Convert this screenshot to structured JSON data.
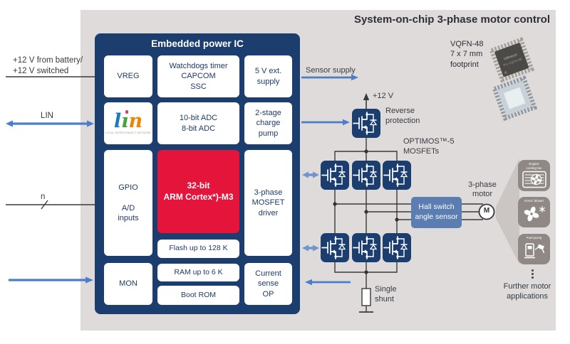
{
  "colors": {
    "navy": "#1b3e6f",
    "red": "#e4143b",
    "panel_grey": "#dedbda",
    "arrow_blue": "#4c7dc8",
    "arrow_light_blue": "#6f94ce",
    "hall_blue": "#5b7db1",
    "icon_grey": "#8f8885",
    "funnel_grey": "#cbc6c4",
    "wire_dark": "#3a3a3a"
  },
  "header": {
    "title": "System-on-chip 3-phase motor control"
  },
  "package": {
    "name": "VQFN-48",
    "size": "7 x 7 mm",
    "note": "footprint",
    "chip_brand": "Infineon",
    "chip_marking": "PG-VQFN-48"
  },
  "left": {
    "supply": "+12 V from battery/\n+12 V switched",
    "lin": "LIN",
    "n": "n"
  },
  "ic": {
    "title": "Embedded power IC",
    "blocks": {
      "vreg": "VREG",
      "watchdog": "Watchdogs timer\nCAPCOM\nSSC",
      "ext_supply": "5 V ext.\nsupply",
      "adc": "10-bit ADC\n8-bit ADC",
      "charge_pump": "2-stage\ncharge\npump",
      "gpio": "GPIO\n\nA/D\ninputs",
      "cpu": "32-bit\nARM Cortex*)-M3",
      "driver": "3-phase\nMOSFET\ndriver",
      "flash": "Flash up to 128 K",
      "mon": "MON",
      "ram": "RAM up to 6 K",
      "boot": "Boot ROM",
      "sense": "Current\nsense\nOP"
    },
    "lin_logo": {
      "l": "l",
      "i": "ı",
      "n": "n",
      "caption": "LOCAL INTERCONNECT NETWORK"
    }
  },
  "stage": {
    "sensor_supply": "Sensor supply",
    "v12": "+12 V",
    "reverse": "Reverse\nprotection",
    "optimos": "OPTIMOS™-5\nMOSFETs",
    "hall": "Hall switch\nangle sensor",
    "motor": "3-phase\nmotor",
    "motor_m": "M",
    "shunt": "Single\nshunt",
    "apps": [
      {
        "label": "Engine\ncooling fan"
      },
      {
        "label": "HVAC blower"
      },
      {
        "label": "Fuel pump"
      }
    ],
    "more": "Further motor\napplications"
  }
}
